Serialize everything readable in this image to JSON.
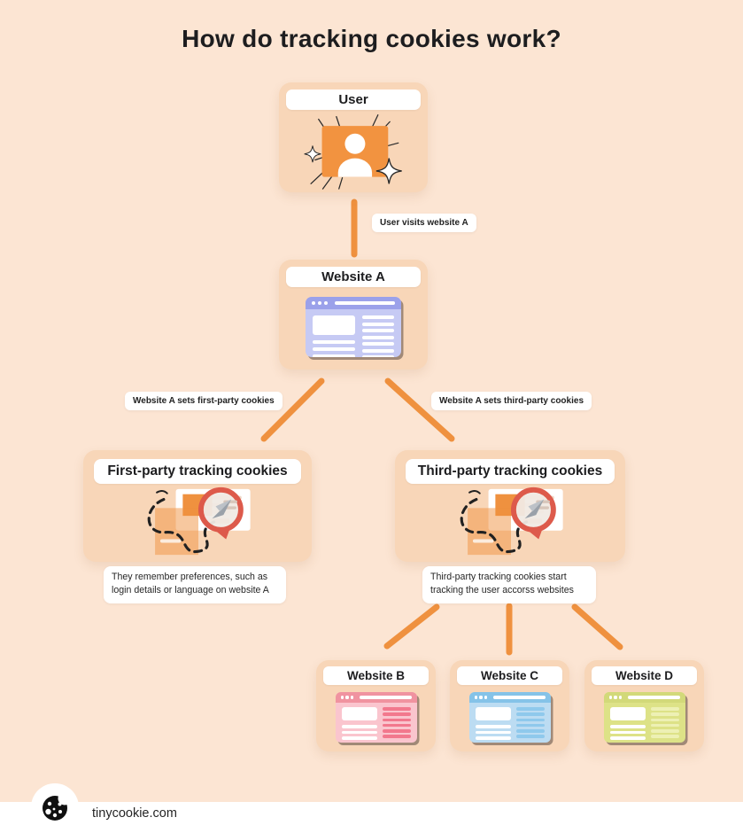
{
  "title": "How do tracking cookies work?",
  "nodes": {
    "user": {
      "label": "User"
    },
    "website_a": {
      "label": "Website A"
    },
    "first_party": {
      "label": "First-party tracking cookies",
      "caption": "They remember preferences, such as login details or language on website A"
    },
    "third_party": {
      "label": "Third-party tracking cookies",
      "caption": "Third-party tracking cookies start tracking the user accorss websites"
    },
    "website_b": {
      "label": "Website B"
    },
    "website_c": {
      "label": "Website C"
    },
    "website_d": {
      "label": "Website D"
    }
  },
  "edges": {
    "user_to_a": "User visits website A",
    "a_to_first": "Website A sets first-party cookies",
    "a_to_third": "Website A sets third-party cookies"
  },
  "footer": {
    "brand": "tinycookie.com",
    "logo": "cookie-icon"
  },
  "colors": {
    "background": "#fce5d3",
    "card": "#f8d6b8",
    "connector": "#ef913f",
    "accent_orange": "#f29340",
    "magnifier_ring": "#dd5a4b",
    "browser_a": {
      "bar": "#9ba1ea",
      "body": "#c6caf4",
      "accent": "#ffffff"
    },
    "browser_b": {
      "bar": "#f093a0",
      "body": "#fac5ce",
      "accent": "#f2788d"
    },
    "browser_c": {
      "bar": "#85c3e8",
      "body": "#bcdcf2",
      "accent": "#8fc9ec"
    },
    "browser_d": {
      "bar": "#d2d979",
      "body": "#dde287",
      "accent": "#edf0b4"
    }
  }
}
